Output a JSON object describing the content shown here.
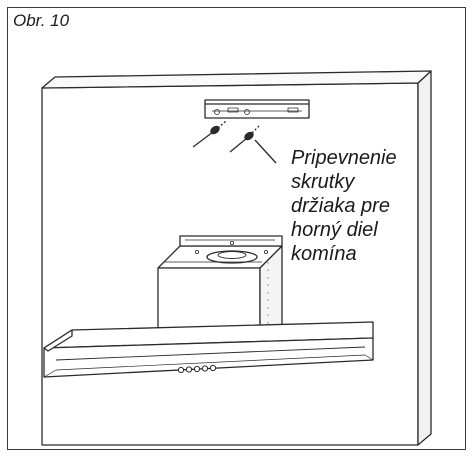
{
  "figure": {
    "label": "Obr. 10",
    "caption_lines": [
      "Pripevnenie",
      "skrutky",
      "držiaka pre",
      "horný diel",
      "komína"
    ]
  }
}
